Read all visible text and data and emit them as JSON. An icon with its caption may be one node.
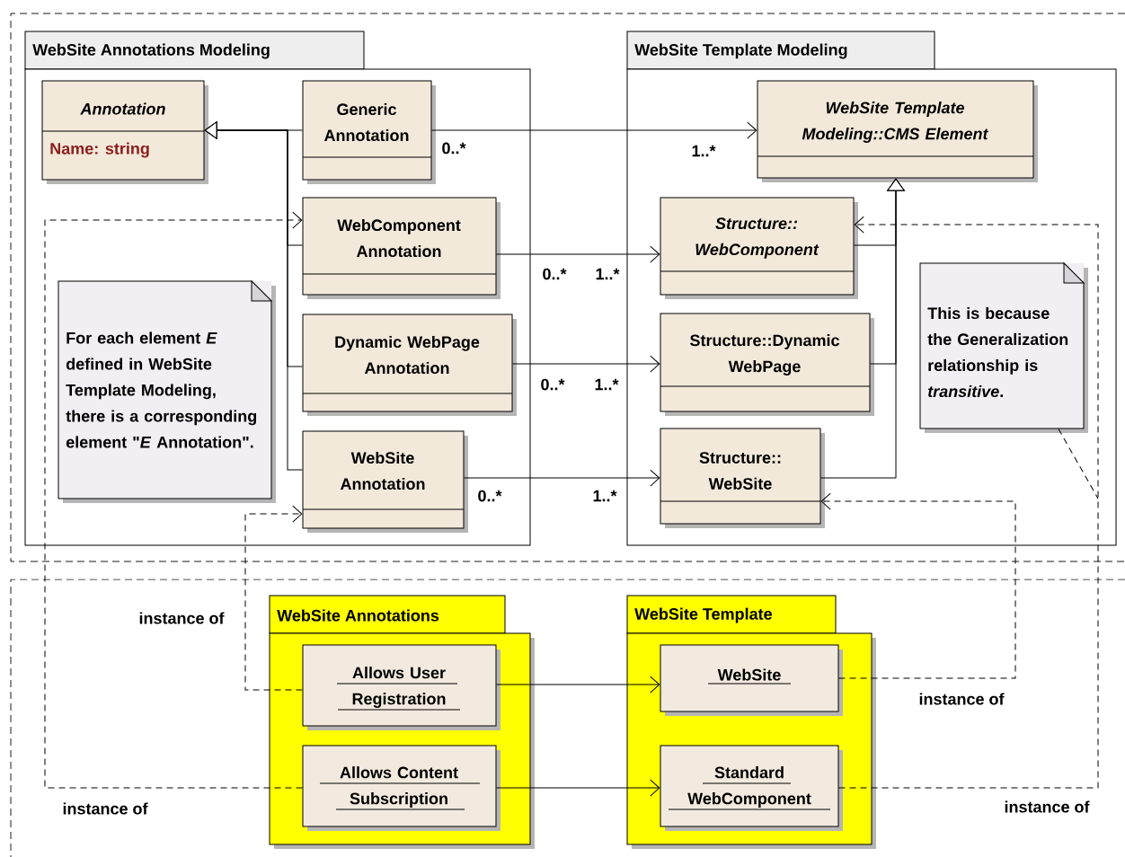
{
  "diagram": {
    "nodes": [
      {
        "text": [
          "WebSite Annotations Modeling"
        ]
      },
      {
        "text": [
          "Annotation",
          "Name:  string"
        ],
        "in": 0
      },
      {
        "text": [
          "Generic Annotation"
        ],
        "in": 0
      },
      {
        "text": [
          "WebComponent Annotation"
        ],
        "in": 0
      },
      {
        "text": [
          "Dynamic WebPage Annotation"
        ],
        "in": 0
      },
      {
        "text": [
          "WebSite Annotation"
        ],
        "in": 0
      },
      {
        "text": [
          "For each element *E* defined in WebSite Template Modeling, there is a corresponding element \"*E* Annotation\"."
        ],
        "in": 0
      },
      {
        "text": [
          "WebSite Template Modeling"
        ]
      },
      {
        "text": [
          "WebSite Template Modeling::CMS Element"
        ],
        "in": 7
      },
      {
        "text": [
          "Structure:: WebComponent"
        ],
        "in": 7
      },
      {
        "text": [
          "Structure::Dynamic WebPage"
        ],
        "in": 7
      },
      {
        "text": [
          "Structure:: WebSite"
        ],
        "in": 7
      },
      {
        "text": [
          "This is because the Generalization relationship is *transitive*."
        ],
        "in": 7
      },
      {
        "text": [
          "WebSite Annotations"
        ]
      },
      {
        "text": [
          "Allows User Registration"
        ],
        "in": 13
      },
      {
        "text": [
          "Allows Content Subscription"
        ],
        "in": 13
      },
      {
        "text": [
          "WebSite Template"
        ]
      },
      {
        "text": [
          "WebSite"
        ],
        "in": 16
      },
      {
        "text": [
          "Standard WebComponent"
        ],
        "in": 16
      }
    ],
    "edges": [
      {
        "from": 2,
        "to": 1,
        "arrow": "to"
      },
      {
        "from": 3,
        "to": 1,
        "arrow": "to"
      },
      {
        "from": 4,
        "to": 1,
        "arrow": "to"
      },
      {
        "from": 5,
        "to": 1,
        "arrow": "to"
      },
      {
        "from": 2,
        "to": 8,
        "arrow": "to"
      },
      {
        "from": 3,
        "to": 9,
        "arrow": "to"
      },
      {
        "from": 4,
        "to": 10,
        "arrow": "to"
      },
      {
        "from": 5,
        "to": 11,
        "arrow": "to"
      },
      {
        "from": 9,
        "to": 8,
        "arrow": "to"
      },
      {
        "from": 10,
        "to": 8,
        "arrow": "to"
      },
      {
        "from": 11,
        "to": 8,
        "arrow": "to"
      },
      {
        "from": 17,
        "to": 11,
        "arrow": "to",
        "style": "dashed",
        "label": "instance of"
      },
      {
        "from": 18,
        "to": 9,
        "arrow": "to",
        "style": "dashed",
        "label": "instance of"
      },
      {
        "from": 14,
        "to": 5,
        "arrow": "to",
        "style": "dashed",
        "label": "instance of"
      },
      {
        "from": 15,
        "to": 3,
        "arrow": "to",
        "style": "dashed",
        "label": "instance of"
      },
      {
        "from": 14,
        "to": 17,
        "arrow": "to"
      },
      {
        "from": 15,
        "to": 18,
        "arrow": "to"
      },
      {
        "from": 12,
        "to": null,
        "arrow": "none",
        "style": "dashed"
      }
    ],
    "labels": [
      "0..*",
      "1..*",
      "0..*",
      "1..*",
      "0..*",
      "1..*",
      "0..*",
      "1..*"
    ]
  }
}
